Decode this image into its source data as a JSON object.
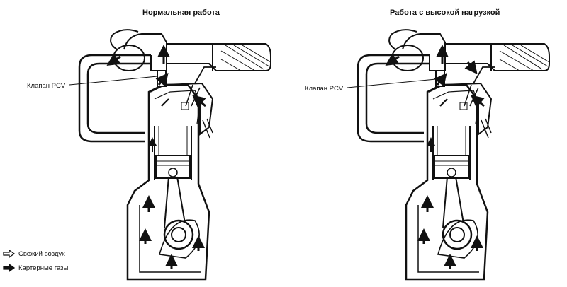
{
  "titles": {
    "normal": "Нормальная работа",
    "high_load": "Работа с высокой нагрузкой"
  },
  "labels": {
    "pcv_valve_left": "Клапан PCV",
    "pcv_valve_right": "Клапан PCV"
  },
  "legend": {
    "fresh_air": "Свежий воздух",
    "blow_by_gases": "Картерные газы"
  },
  "icons": {
    "fresh_air": "hollow-arrow-icon",
    "blow_by": "solid-arrow-icon"
  }
}
